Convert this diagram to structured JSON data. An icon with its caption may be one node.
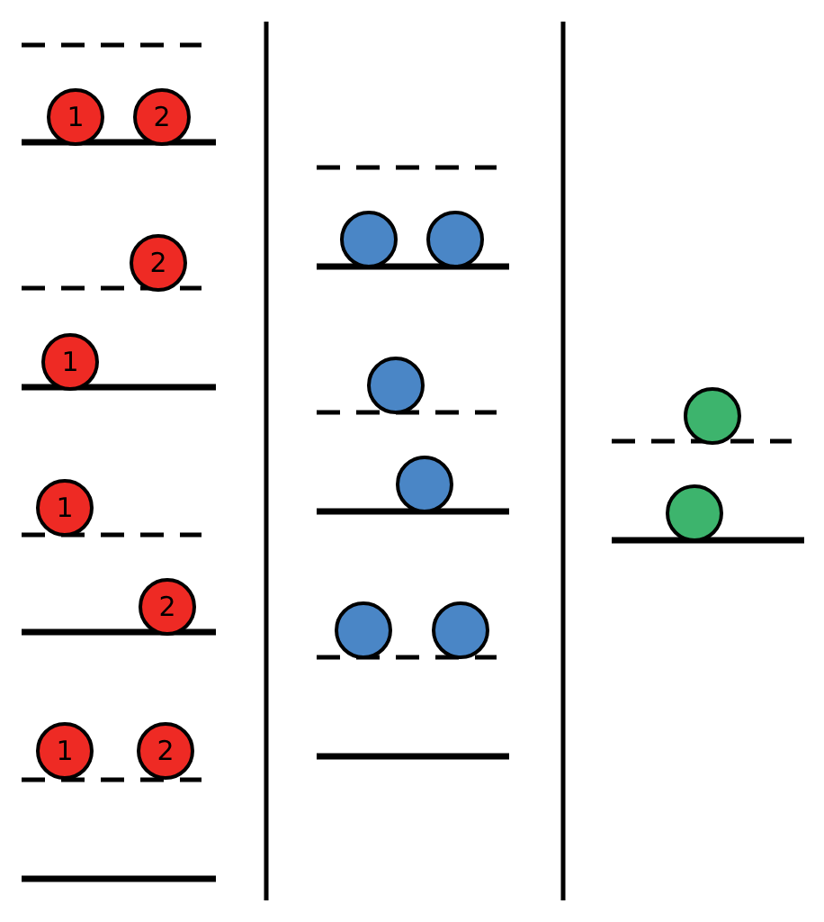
{
  "diagram": {
    "nodes": [
      {
        "text": [
          "1"
        ]
      },
      {
        "text": [
          "2"
        ]
      },
      {
        "text": [
          "2"
        ]
      },
      {
        "text": [
          "1"
        ]
      },
      {
        "text": [
          "1"
        ]
      },
      {
        "text": [
          "2"
        ]
      },
      {
        "text": [
          "1"
        ]
      },
      {
        "text": [
          "2"
        ]
      },
      {
        "text": [],
        "shape": "circle"
      },
      {
        "text": [],
        "shape": "circle"
      },
      {
        "text": [],
        "shape": "circle"
      },
      {
        "text": [],
        "shape": "circle"
      },
      {
        "text": [],
        "shape": "circle"
      },
      {
        "text": [],
        "shape": "circle"
      },
      {
        "text": [],
        "shape": "circle"
      },
      {
        "text": [],
        "shape": "circle"
      }
    ]
  }
}
